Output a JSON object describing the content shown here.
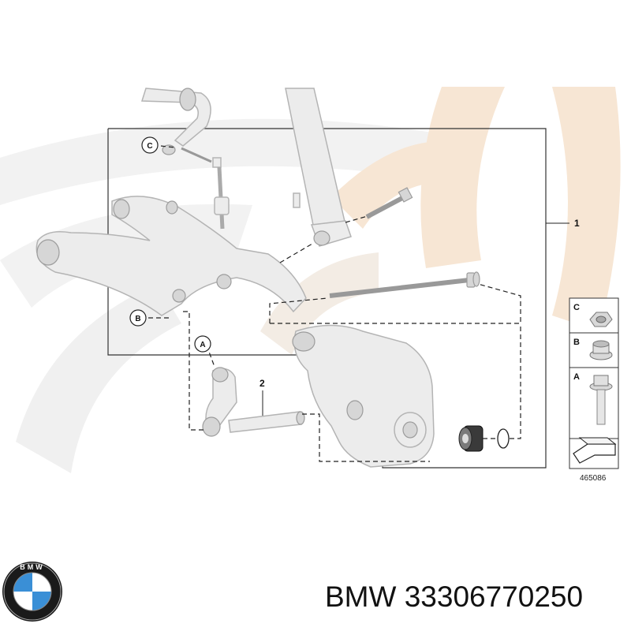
{
  "callouts": {
    "c": "C",
    "b": "B",
    "a": "A"
  },
  "part_numbers": {
    "one": "1",
    "two": "2"
  },
  "legend": {
    "c": "C",
    "b": "B",
    "a": "A"
  },
  "diagram_id": "465086",
  "caption": {
    "brand": "BMW",
    "part_number": "33306770250"
  },
  "colors": {
    "watermark": "#f7e6d4",
    "watermark_grey": "#efefef",
    "part_fill": "#ececec",
    "outline": "#333333"
  }
}
